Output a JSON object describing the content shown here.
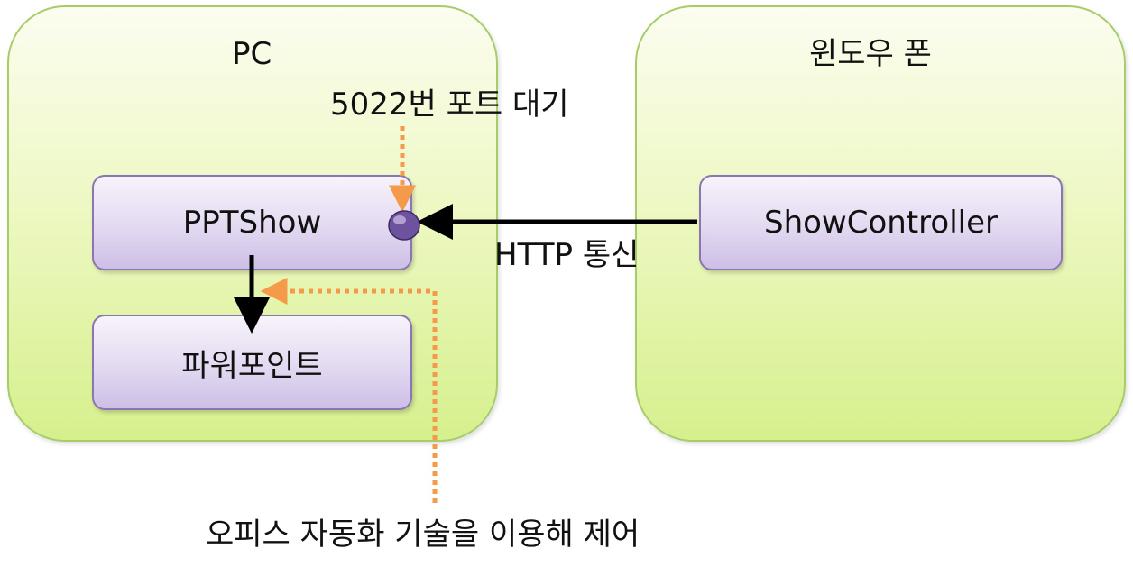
{
  "zones": {
    "pc": {
      "title": "PC"
    },
    "phone": {
      "title": "윈도우 폰"
    }
  },
  "nodes": {
    "pptshow": "PPTShow",
    "powerpoint": "파워포인트",
    "showcontroller": "ShowController"
  },
  "annotations": {
    "port_wait": "5022번 포트 대기",
    "http": "HTTP 통신",
    "office_automation": "오피스 자동화 기술을 이용해 제어"
  },
  "colors": {
    "zone_border": "#a7cd6a",
    "node_border": "#8a76b3",
    "dotted_arrow": "#f59a4a",
    "solid_arrow": "#000000"
  }
}
